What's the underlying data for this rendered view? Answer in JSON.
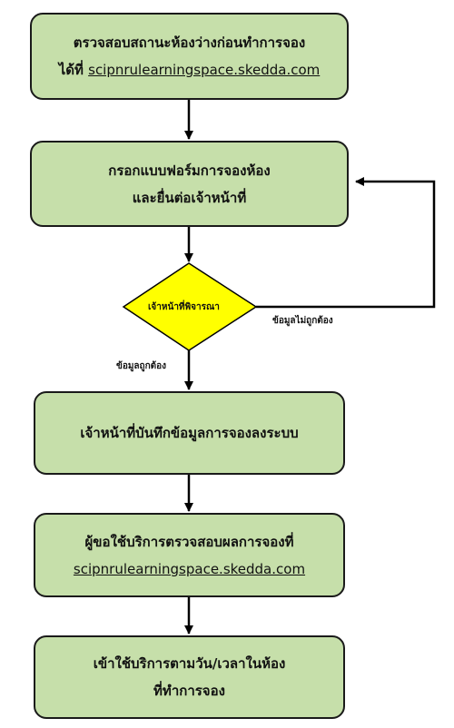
{
  "steps": [
    {
      "line1": "ตรวจสอบสถานะห้องว่างก่อนทำการจอง",
      "line2_prefix": "ได้ที่ ",
      "line2_link": "scipnrulearningspace.skedda.com"
    },
    {
      "line1": "กรอกแบบฟอร์มการจองห้อง",
      "line2": "และยื่นต่อเจ้าหน้าที่"
    },
    {
      "line1": "เจ้าหน้าที่บันทึกข้อมูลการจองลงระบบ"
    },
    {
      "line1": "ผู้ขอใช้บริการตรวจสอบผลการจองที่",
      "line2_link": "scipnrulearningspace.skedda.com"
    },
    {
      "line1": "เข้าใช้บริการตามวัน/เวลาในห้อง",
      "line2": "ที่ทำการจอง"
    }
  ],
  "decision": {
    "label": "เจ้าหน้าที่พิจารณา"
  },
  "branches": {
    "yes": "ข้อมูลถูกต้อง",
    "no": "ข้อมูลไม่ถูกต้อง"
  },
  "colors": {
    "box_fill": "#c6dfaa",
    "decision_fill": "#ffff00",
    "line": "#000000"
  }
}
